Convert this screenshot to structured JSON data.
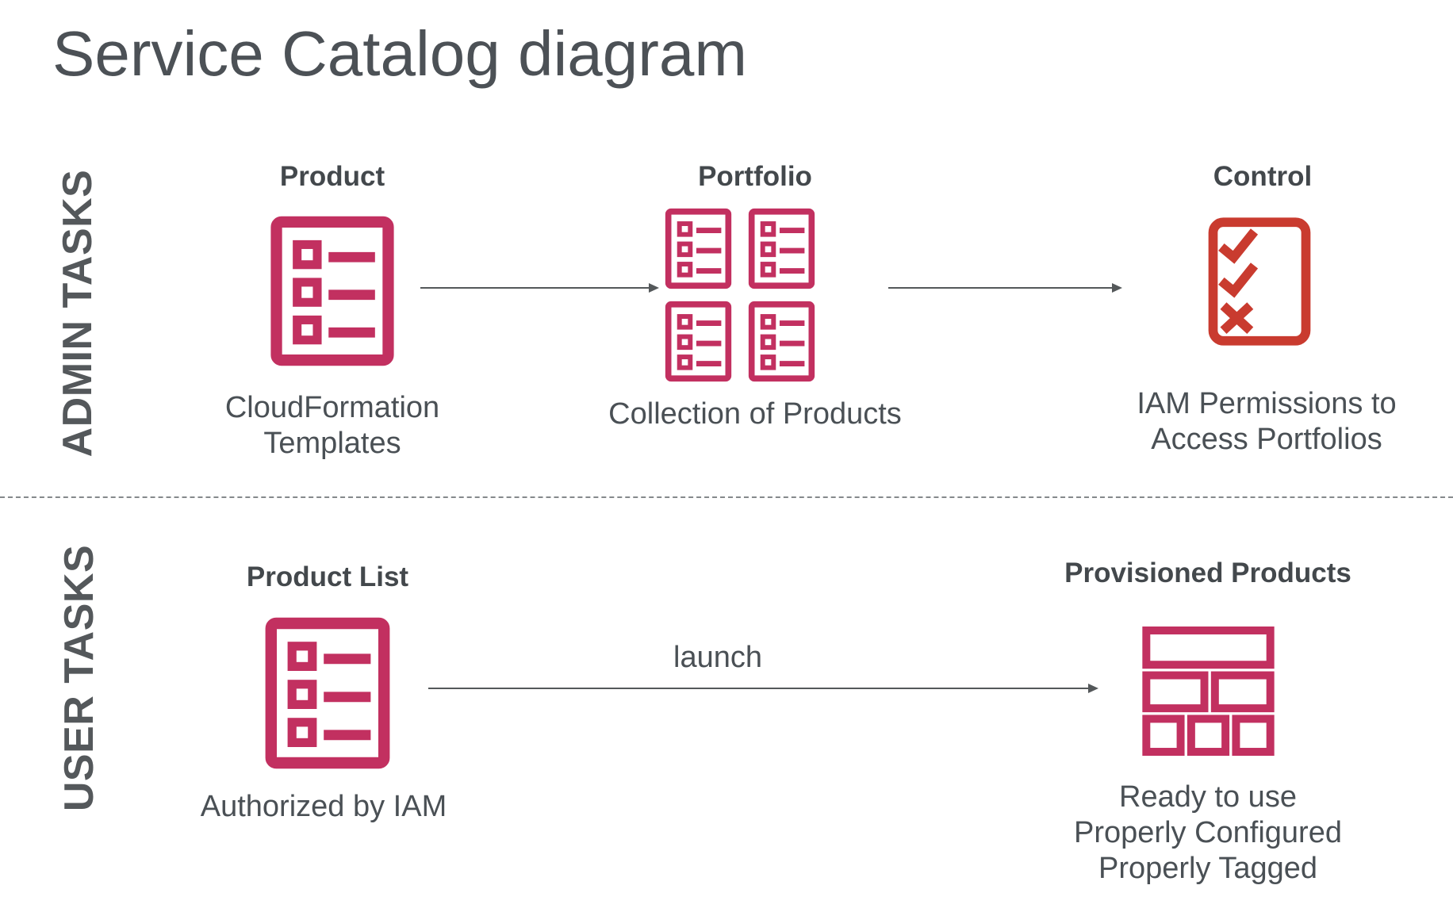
{
  "title": "Service Catalog diagram",
  "colors": {
    "icon_pink": "#C23060",
    "icon_red": "#C93B2F",
    "title_text": "#4C5156",
    "label_text": "#43484C",
    "caption_text": "#4A5055",
    "arrow": "#54585A",
    "divider": "#85898C"
  },
  "admin": {
    "section_label": "ADMIN TASKS",
    "product": {
      "label": "Product",
      "icon": "list-icon",
      "caption_lines": [
        "CloudFormation",
        "Templates"
      ]
    },
    "portfolio": {
      "label": "Portfolio",
      "icon": "portfolio-grid-icon",
      "caption_lines": [
        "Collection of Products"
      ]
    },
    "control": {
      "label": "Control",
      "icon": "checklist-icon",
      "caption_lines": [
        "IAM Permissions to",
        "Access Portfolios"
      ]
    }
  },
  "user": {
    "section_label": "USER TASKS",
    "product_list": {
      "label": "Product List",
      "icon": "list-icon",
      "caption_lines": [
        "Authorized by IAM"
      ]
    },
    "launch_arrow_label": "launch",
    "provisioned": {
      "label": "Provisioned Products",
      "icon": "bricks-icon",
      "caption_lines": [
        "Ready to use",
        "Properly Configured",
        "Properly Tagged"
      ]
    }
  }
}
